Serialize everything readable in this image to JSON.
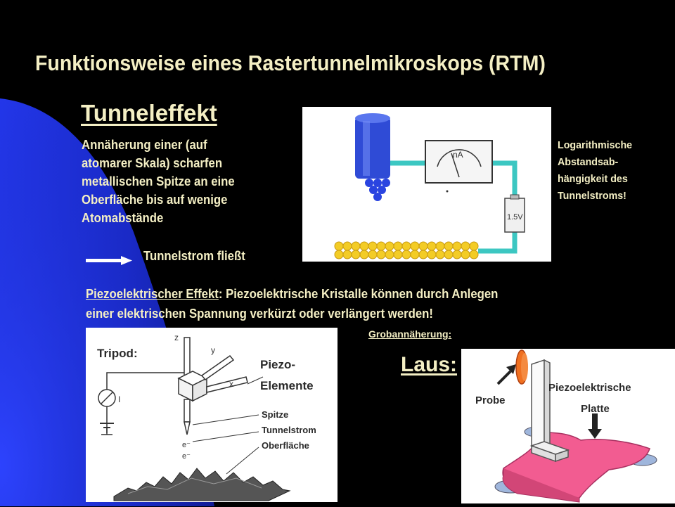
{
  "slide": {
    "title": "Funktionsweise eines Rastertunnelmikroskops (RTM)",
    "tunnel_heading": "Tunneleffekt",
    "tunnel_description": "Annäherung einer (auf\natomarer Skala) scharfen\nmetallischen Spitze an eine\nOberfläche bis auf wenige\nAtomabstände",
    "tunnel_result": "Tunnelstrom fließt",
    "log_note": "Logarithmische\nAbstandsab-\nhängigkeit des\nTunnelstroms!",
    "piezo_term": "Piezoelektrischer Effekt",
    "piezo_text_1": ": Piezoelektrische Kristalle können durch Anlegen",
    "piezo_text_2": "einer elektrischen Spannung verkürzt oder verlängert werden!",
    "grob_label": "Grobannäherung:",
    "laus_label": "Laus:"
  },
  "circuit": {
    "meter_label": "nA",
    "battery_label": "1.5V"
  },
  "tripod": {
    "label": "Tripod:",
    "piezo_label_1": "Piezo-",
    "piezo_label_2": "Elemente",
    "tip_label": "Spitze",
    "current_label": "Tunnelstrom",
    "surface_label": "Oberfläche",
    "axis_x": "x",
    "axis_y": "y",
    "axis_z": "z",
    "current_symbol": "I",
    "electron_1": "e⁻",
    "electron_2": "e⁻"
  },
  "laus": {
    "probe_label": "Probe",
    "plate_label_1": "Piezoelektrische",
    "plate_label_2": "Platte"
  },
  "colors": {
    "background_blue": "#1d2fd6",
    "text_cream": "#f4efc4",
    "wire_teal": "#3cc7c2",
    "laus_pink": "#f25c91",
    "probe_orange": "#f07020"
  }
}
